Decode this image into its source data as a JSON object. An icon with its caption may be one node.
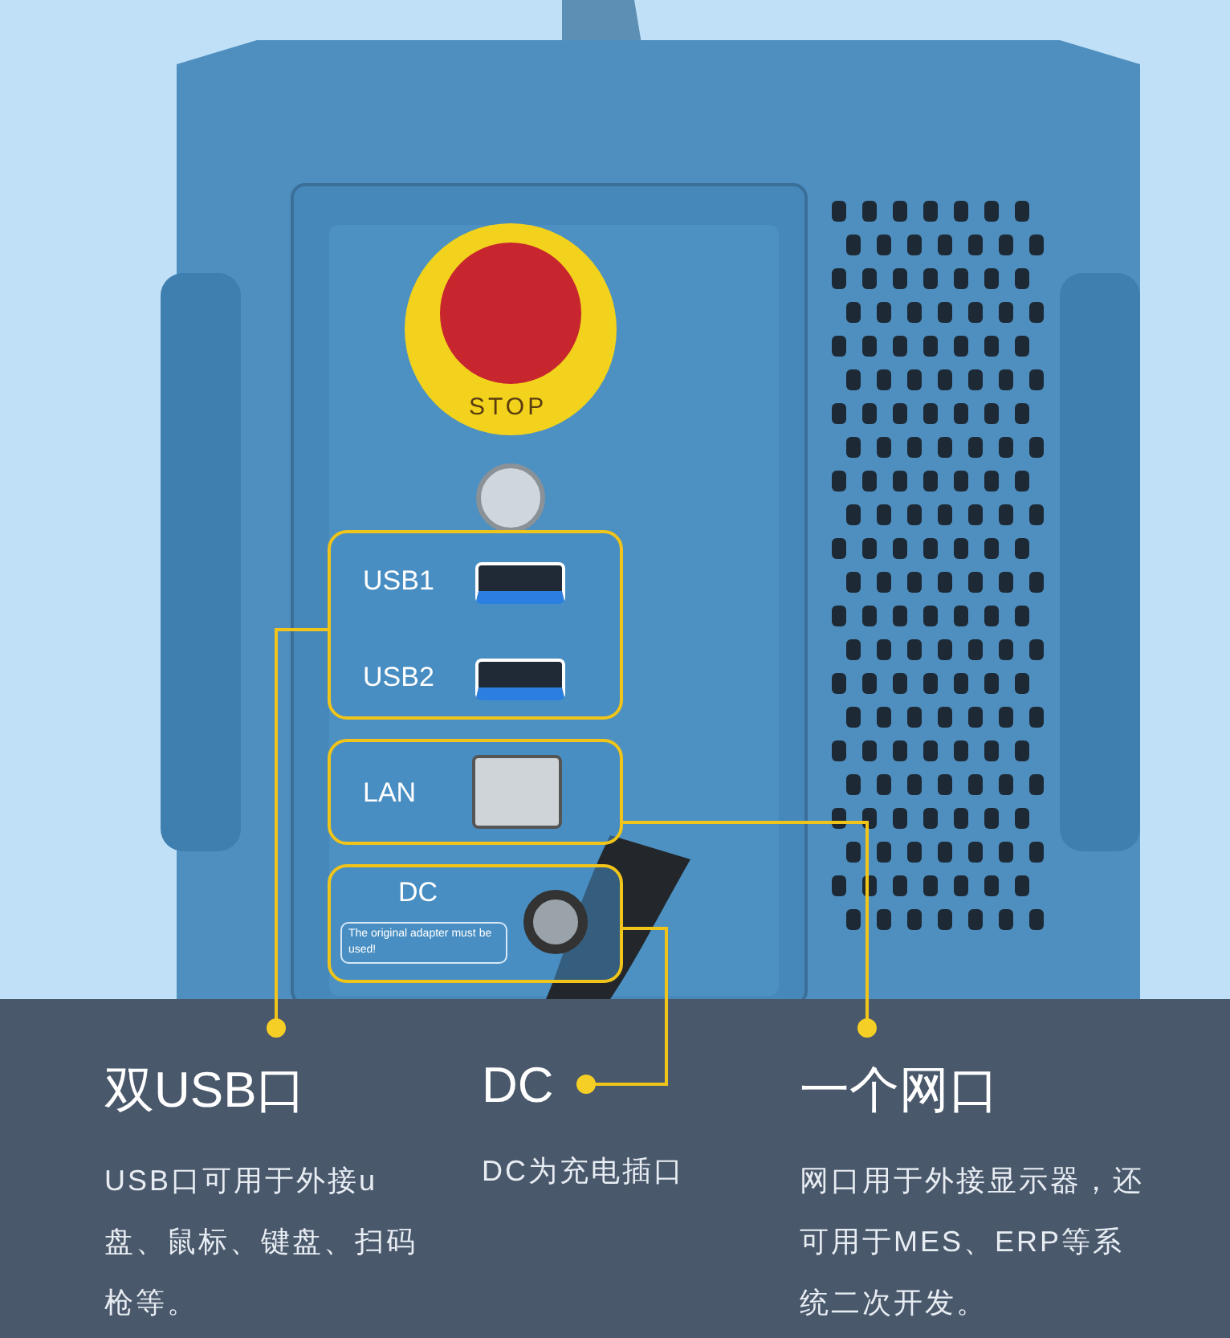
{
  "diagram": {
    "nodes": [
      {
        "text": [
          "USB1",
          "USB2"
        ]
      },
      {
        "text": [
          "LAN"
        ]
      },
      {
        "text": [
          "DC",
          "The original adapter must be used!"
        ]
      },
      {
        "text": [
          "双USB口",
          "USB口可用于外接u盘、鼠标、键盘、扫码枪等。"
        ]
      },
      {
        "text": [
          "DC",
          "DC为充电插口"
        ]
      },
      {
        "text": [
          "一个网口",
          "网口用于外接显示器，还可用于MES、ERP等系统二次开发。"
        ]
      }
    ],
    "edges": [
      {
        "from": 3,
        "to": 0,
        "arrow": "other"
      },
      {
        "from": 4,
        "to": 2,
        "arrow": "other"
      },
      {
        "from": 5,
        "to": 1,
        "arrow": "other"
      }
    ],
    "labels": [
      "STOP"
    ]
  }
}
